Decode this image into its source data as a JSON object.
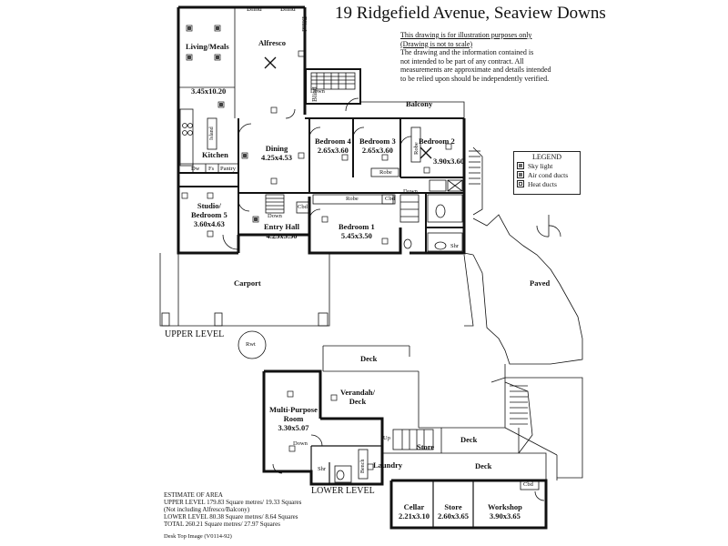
{
  "header": {
    "address": "19 Ridgefield Avenue,  Seaview Downs"
  },
  "disclaimer": {
    "line1": "This drawing is for illustration purposes only",
    "line2": "(Drawing is not to scale)",
    "line3": "The drawing and the information contained is",
    "line4": "not intended to be part of any contract.  All",
    "line5": "measurements are approximate and details intended",
    "line6": "to be relied upon should be independently verified."
  },
  "legend": {
    "title": "LEGEND",
    "items": [
      "Sky light",
      "Air cond ducts",
      "Heat ducts"
    ]
  },
  "rooms": {
    "living": {
      "name": "Living/Meals",
      "dims": "3.45x10.20"
    },
    "alfresco": {
      "name": "Alfresco"
    },
    "kitchen": {
      "name": "Kitchen"
    },
    "island": {
      "name": "Island"
    },
    "dining": {
      "name": "Dining",
      "dims": "4.25x4.53"
    },
    "bed4": {
      "name": "Bedroom 4",
      "dims": "2.65x3.60"
    },
    "bed3": {
      "name": "Bedroom 3",
      "dims": "2.65x3.60"
    },
    "bed2": {
      "name": "Bedroom 2",
      "dims": "3.90x3.60"
    },
    "studio": {
      "name1": "Studio/",
      "name2": "Bedroom 5",
      "dims": "3.60x4.63"
    },
    "entry": {
      "name": "Entry Hall",
      "dims": "4.25x3.50"
    },
    "bed1": {
      "name": "Bedroom 1",
      "dims": "5.45x3.50"
    },
    "carport": {
      "name": "Carport"
    },
    "paved": {
      "name": "Paved"
    },
    "balcony": {
      "name": "Balcony"
    },
    "multi": {
      "name1": "Multi-Purpose",
      "name2": "Room",
      "dims": "3.30x5.07"
    },
    "verandah": {
      "name1": "Verandah/",
      "name2": "Deck"
    },
    "laundry": {
      "name": "Laundry"
    },
    "cellar": {
      "name": "Cellar",
      "dims": "2.21x3.10"
    },
    "store_low": {
      "name": "Store",
      "dims": "2.60x3.65"
    },
    "workshop": {
      "name": "Workshop",
      "dims": "3.90x3.65"
    },
    "store_small": {
      "name": "Store"
    }
  },
  "labels": {
    "blind1": "Blind",
    "blind2": "Blind",
    "blind3": "Blind",
    "blind4": "Blind",
    "down_stair_top": "Down",
    "dw": "Dw",
    "fs": "Fs",
    "pantry": "Pantry",
    "robe_b2": "Robe",
    "robe_b3": "Robe",
    "robe_b1": "Robe",
    "cbd_b1": "Cbd",
    "down_hall": "Down",
    "cbd_entry": "Cbd",
    "down_entry": "Down",
    "shr_top": "Shr",
    "rwt": "Rwt",
    "deck_top": "Deck",
    "deck_right": "Deck",
    "deck_bottom": "Deck",
    "down_multi": "Down",
    "up_low": "Up",
    "shr_low": "Shr",
    "bench": "Bench",
    "cbd_low": "Cbd"
  },
  "levels": {
    "upper": "UPPER LEVEL",
    "lower": "LOWER LEVEL"
  },
  "estimate": {
    "heading": "ESTIMATE OF AREA",
    "upper": "UPPER LEVEL   179.83 Square metres/ 19.33 Squares",
    "upper_note": "(Not including Alfresco/Balcony)",
    "lower": "LOWER LEVEL  80.38 Square metres/ 8.64 Squares",
    "total": "TOTAL  260.21 Square metres/ 27.97 Squares"
  },
  "footer": {
    "code": "Desk Top Image   (V0114-92)"
  }
}
